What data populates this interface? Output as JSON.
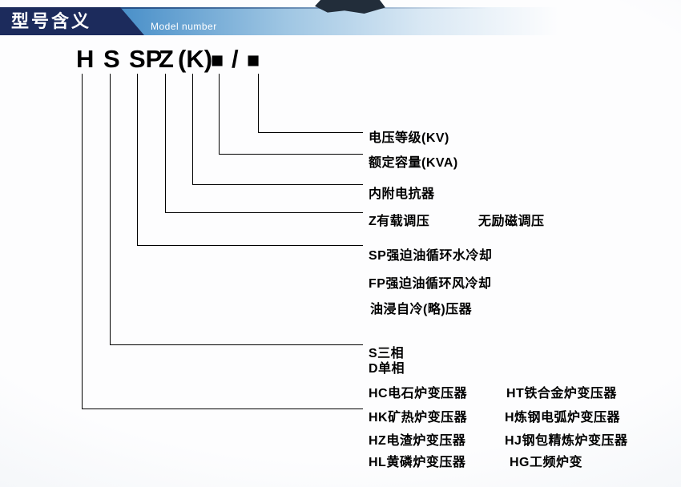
{
  "header": {
    "title": "型号含义",
    "subtitle": "Model number",
    "ribbon_color": "#1c2b5c",
    "band_color": "#1a72bf"
  },
  "model": {
    "parts": [
      "H",
      "S",
      "SP",
      "Z",
      "(K)",
      "■",
      "/",
      "■"
    ]
  },
  "annotations": {
    "voltage": "电压等级(KV)",
    "capacity": "额定容量(KVA)",
    "reactor": "内附电抗器",
    "regulation_a": "Z有载调压",
    "regulation_b": "无励磁调压",
    "cooling_sp": "SP强迫油循环水冷却",
    "cooling_fp": "FP强迫油循环风冷却",
    "cooling_oil": "油浸自冷(略)压器",
    "phase_s": "S三相",
    "phase_d": "D单相",
    "types": [
      [
        "HC电石炉变压器",
        "HT铁合金炉变压器"
      ],
      [
        "HK矿热炉变压器",
        "H炼钢电弧炉变压器"
      ],
      [
        "HZ电渣炉变压器",
        "HJ钢包精炼炉变压器"
      ],
      [
        "HL黄磷炉变压器",
        "HG工频炉变"
      ]
    ]
  }
}
